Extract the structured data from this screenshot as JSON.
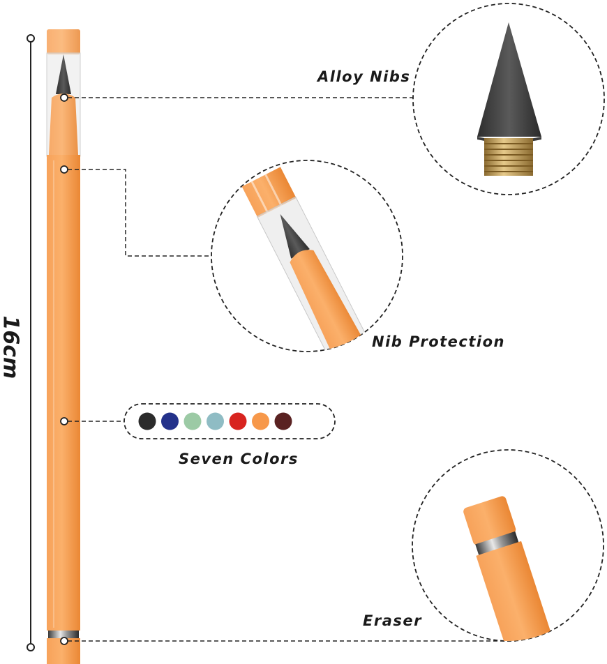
{
  "dimension_label": "16cm",
  "callouts": {
    "alloy_nibs": "Alloy Nibs",
    "nib_protection": "Nib Protection",
    "seven_colors": "Seven Colors",
    "eraser": "Eraser"
  },
  "swatches": [
    {
      "name": "black",
      "color": "#2b2b2b"
    },
    {
      "name": "navy",
      "color": "#23318a"
    },
    {
      "name": "mint",
      "color": "#9ccaa5"
    },
    {
      "name": "teal",
      "color": "#8fbcc4"
    },
    {
      "name": "red",
      "color": "#d8241f"
    },
    {
      "name": "orange",
      "color": "#f7984a"
    },
    {
      "name": "brown",
      "color": "#5a2222"
    }
  ],
  "colors": {
    "pencil_orange": "#f79a47",
    "pencil_shade": "#e9802c",
    "nib_gray": "#4a4a4a",
    "brass": "#c9a25b"
  }
}
